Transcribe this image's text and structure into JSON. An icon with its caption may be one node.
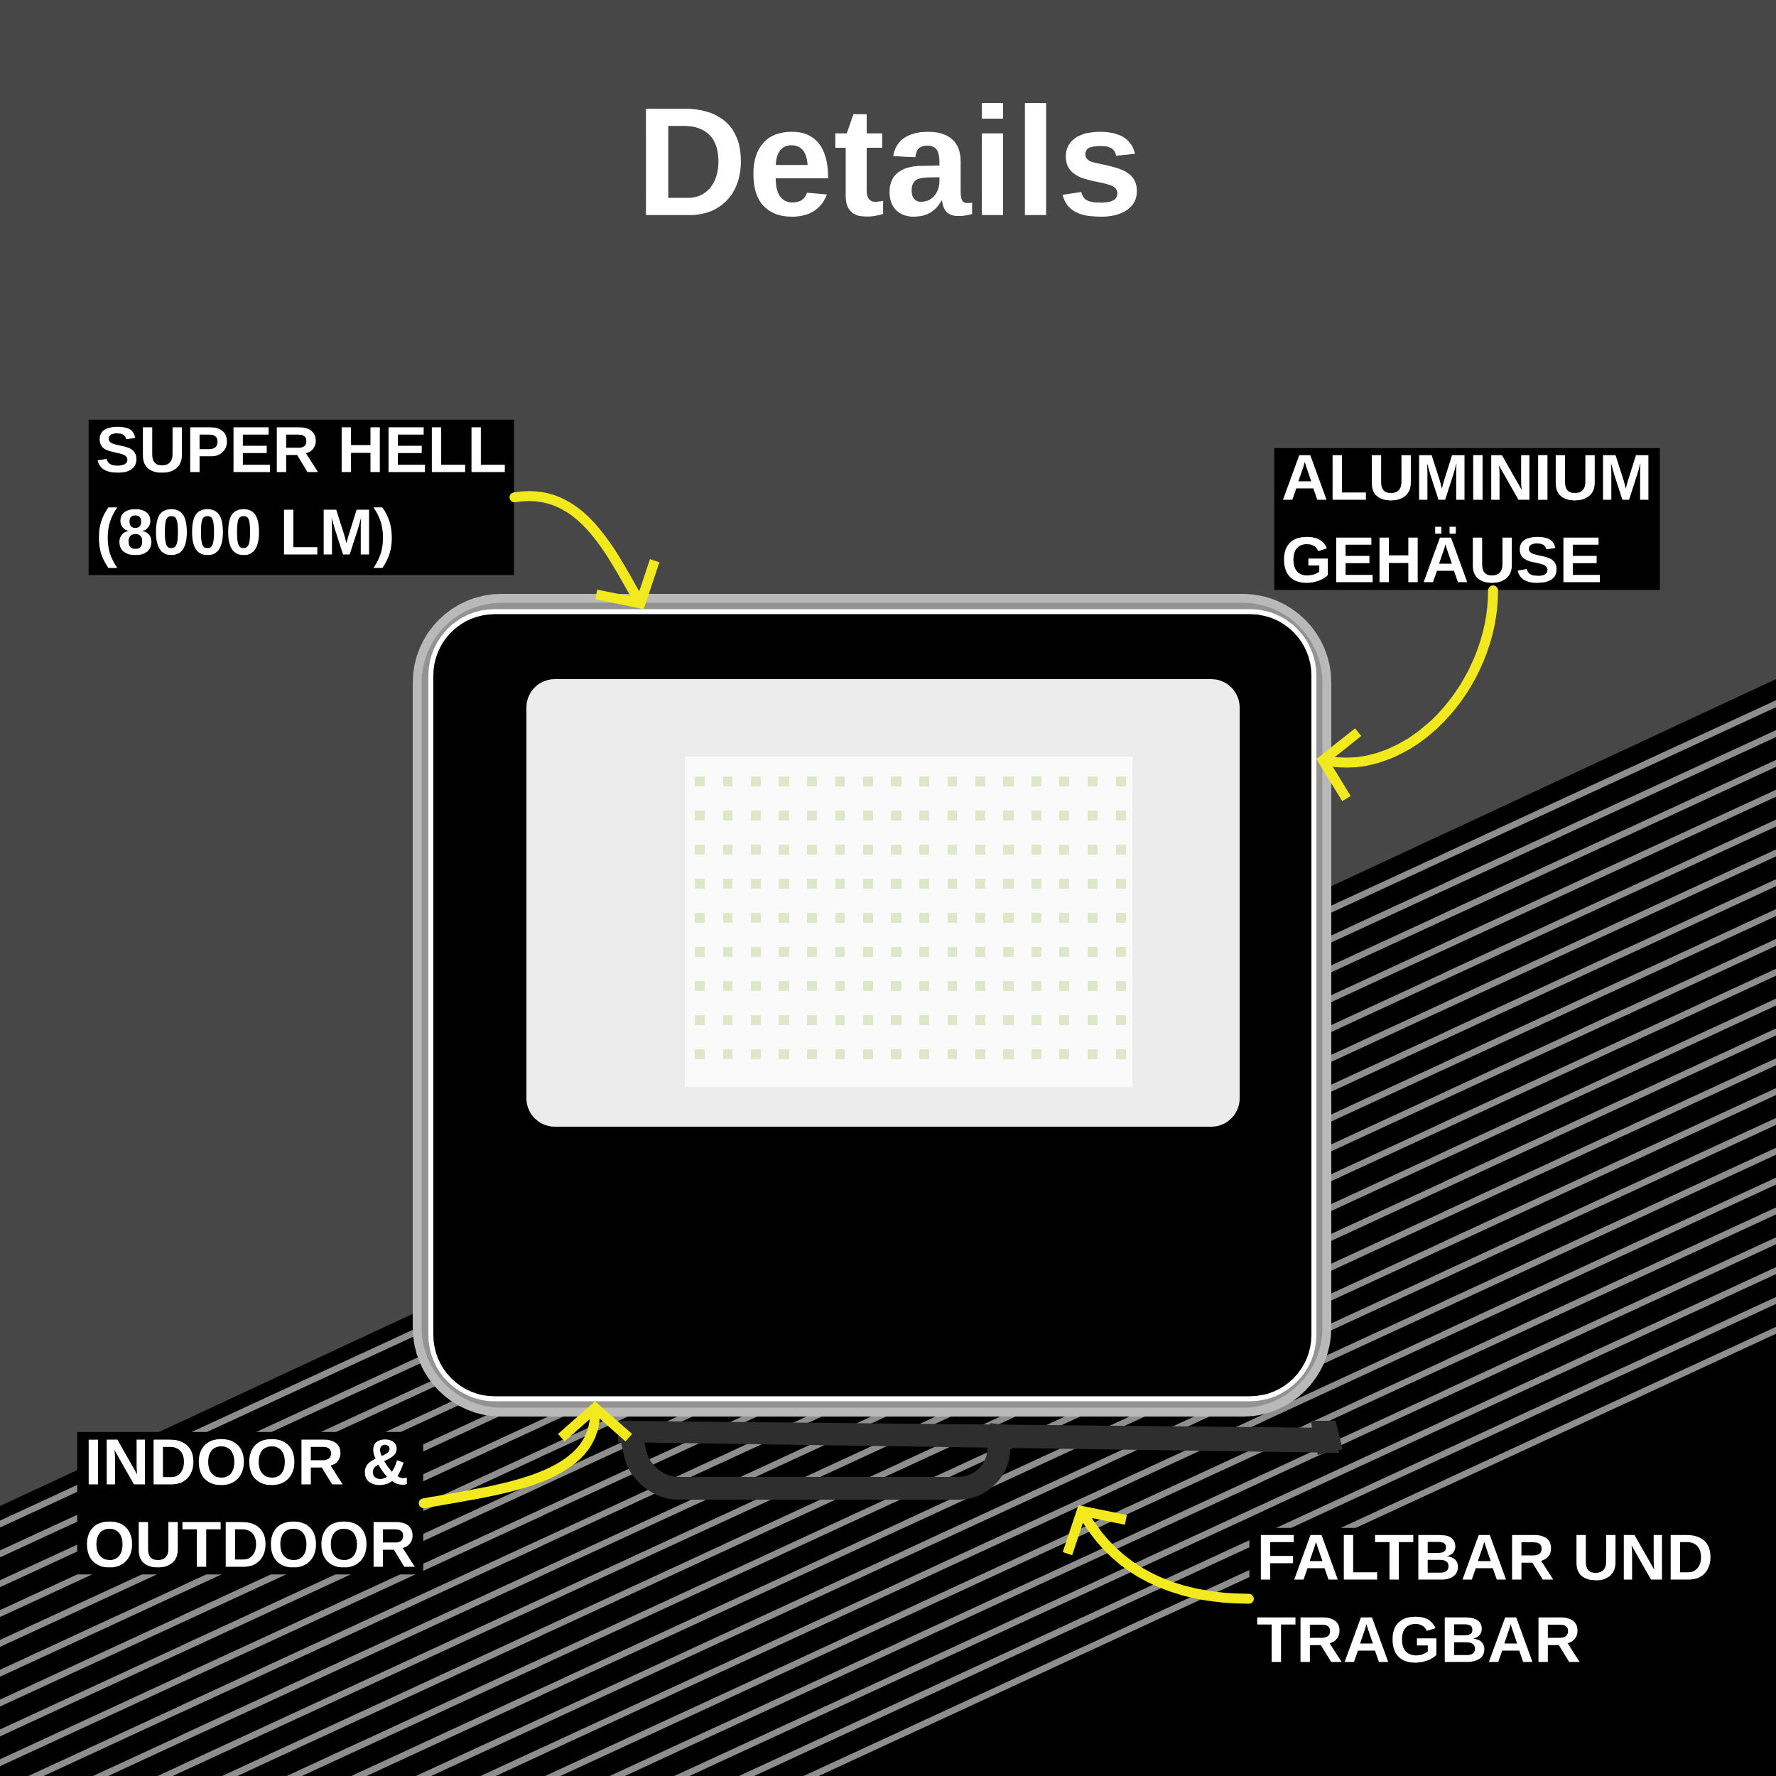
{
  "diagram": {
    "title": "Details",
    "nodes": [
      {
        "text": [
          "SUPER HELL (8000 LM)"
        ]
      },
      {
        "text": [
          "ALUMINIUM GEHÄUSE"
        ]
      },
      {
        "text": [
          "INDOOR & OUTDOOR"
        ]
      },
      {
        "text": [
          "FALTBAR UND TRAGBAR"
        ]
      },
      {
        "text": [],
        "shape": "picture"
      },
      {
        "text": [],
        "shape": "picture"
      }
    ],
    "edges": [
      {
        "from": 0,
        "to": 4,
        "arrow": "to"
      },
      {
        "from": 1,
        "to": 4,
        "arrow": "to"
      },
      {
        "from": 2,
        "to": 4,
        "arrow": "to"
      },
      {
        "from": 3,
        "to": 5,
        "arrow": "to"
      }
    ]
  }
}
